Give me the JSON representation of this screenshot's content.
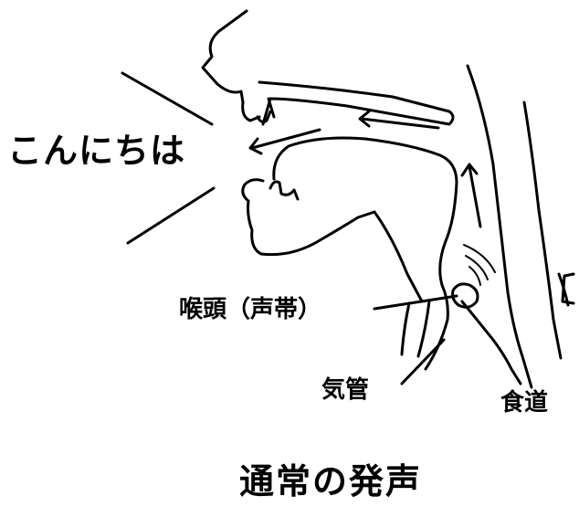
{
  "labels": {
    "greeting": "こんにちは",
    "larynx": "喉頭（声帯）",
    "trachea": "気管",
    "esophagus": "食道",
    "caption": "通常の発声"
  },
  "colors": {
    "ink": "#000000",
    "background": "#ffffff"
  }
}
